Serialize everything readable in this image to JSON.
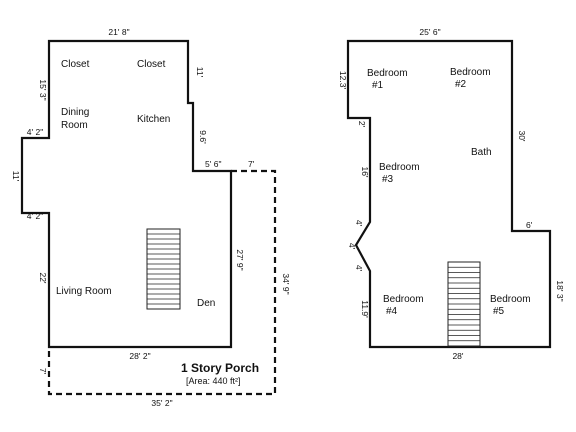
{
  "first_floor": {
    "rooms": {
      "closet_left": "Closet",
      "closet_right": "Closet",
      "dining_line1": "Dining",
      "dining_line2": "Room",
      "kitchen": "Kitchen",
      "living_room": "Living Room",
      "den": "Den"
    },
    "dims": {
      "top": "21' 8\"",
      "left_upper": "15' 3\"",
      "bump_top": "4' 2\"",
      "bump_side": "11'",
      "bump_bottom": "4' 2\"",
      "left_lower": "22'",
      "right_upper": "11'",
      "right_mid": "9.6'",
      "step": "5' 6\"",
      "porch_step": "7'",
      "den_side": "27' 9\"",
      "porch_side": "34' 9\"",
      "bottom": "28' 2\"",
      "porch_left": "7'",
      "porch_bottom": "35' 2\""
    },
    "porch": {
      "title": "1 Story Porch",
      "area": "[Area: 440 ft²]"
    }
  },
  "second_floor": {
    "rooms": {
      "bedroom1_line1": "Bedroom",
      "bedroom1_line2": "#1",
      "bedroom2_line1": "Bedroom",
      "bedroom2_line2": "#2",
      "bedroom3_line1": "Bedroom",
      "bedroom3_line2": "#3",
      "bath": "Bath",
      "bedroom4_line1": "Bedroom",
      "bedroom4_line2": "#4",
      "bedroom5_line1": "Bedroom",
      "bedroom5_line2": "#5"
    },
    "dims": {
      "top": "25' 6\"",
      "left_top": "12.3'",
      "notch": "2'",
      "left_mid": "16'",
      "angle1": "4'",
      "angle2": "4'",
      "angle3": "4'",
      "left_lower": "11.9'",
      "right_upper": "30'",
      "step": "6'",
      "right_lower": "18' 3\"",
      "bottom": "28'"
    }
  }
}
